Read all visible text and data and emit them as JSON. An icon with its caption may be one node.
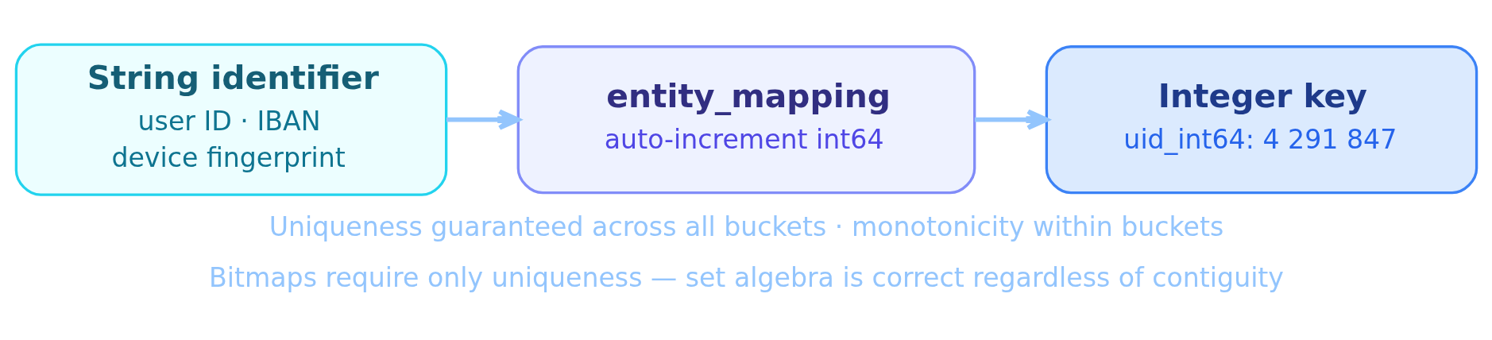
{
  "diagram": {
    "nodes": [
      {
        "text": [
          "String identifier",
          "user ID · IBAN",
          "device fingerprint"
        ]
      },
      {
        "text": [
          "entity_mapping",
          "auto-increment int64"
        ]
      },
      {
        "text": [
          "Integer key",
          "uid_int64: 4 291 847"
        ]
      }
    ],
    "edges": [
      {
        "from": 0,
        "to": 1,
        "arrow": "to"
      },
      {
        "from": 1,
        "to": 2,
        "arrow": "to"
      }
    ],
    "labels": [
      "Uniqueness guaranteed across all buckets · monotonicity within buckets",
      "Bitmaps require only uniqueness — set algebra is correct regardless of contiguity"
    ]
  }
}
